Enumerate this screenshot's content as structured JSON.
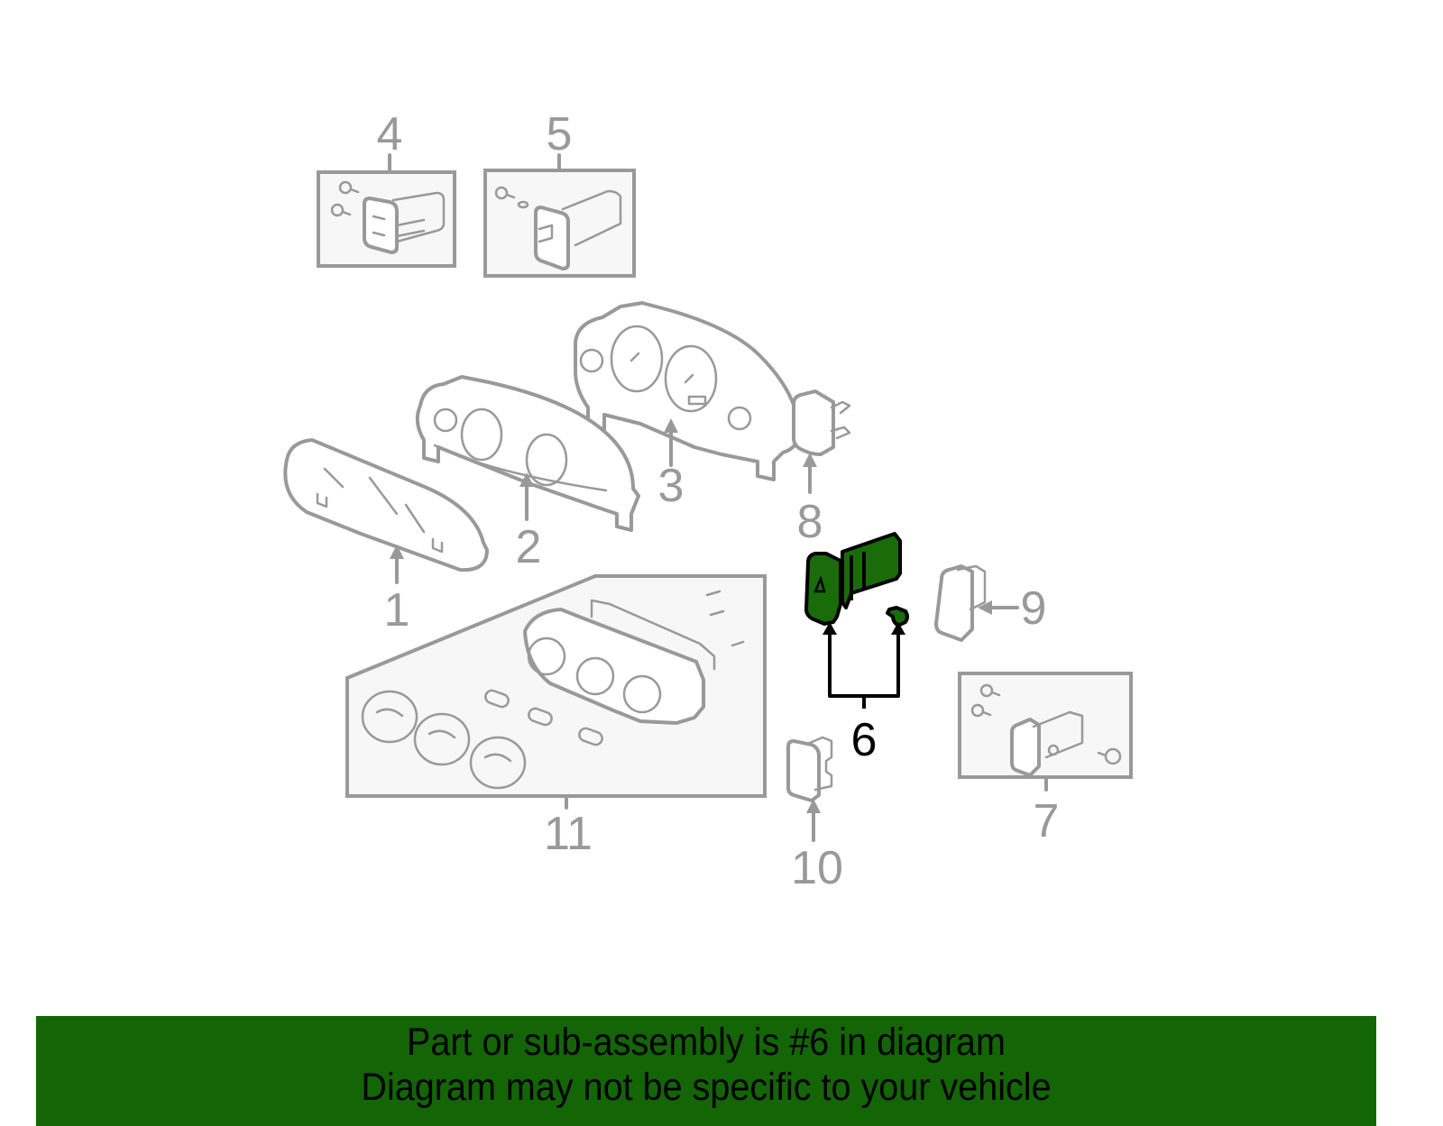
{
  "diagram": {
    "type": "parts-exploded-view",
    "highlighted_part": "6",
    "colors": {
      "line_gray": "#999999",
      "box_fill": "#f7f7f7",
      "highlight_fill": "#1a6b0a",
      "highlight_stroke": "#000000",
      "banner_bg": "#136506"
    },
    "callouts": [
      {
        "number": "1",
        "part": "lens-cover"
      },
      {
        "number": "2",
        "part": "meter-bezel"
      },
      {
        "number": "3",
        "part": "instrument-cluster"
      },
      {
        "number": "4",
        "part": "switch-assembly-with-screws"
      },
      {
        "number": "5",
        "part": "switch-assembly-with-screw"
      },
      {
        "number": "6",
        "part": "hazard-switch-with-bulb",
        "highlighted": true
      },
      {
        "number": "7",
        "part": "switch-assembly-with-screws-and-bulb"
      },
      {
        "number": "8",
        "part": "switch"
      },
      {
        "number": "9",
        "part": "switch"
      },
      {
        "number": "10",
        "part": "switch"
      },
      {
        "number": "11",
        "part": "climate-control-unit-with-knobs"
      }
    ]
  },
  "banner": {
    "line1": "Part or sub-assembly is #6 in diagram",
    "line2": "Diagram may not be specific to your vehicle"
  }
}
